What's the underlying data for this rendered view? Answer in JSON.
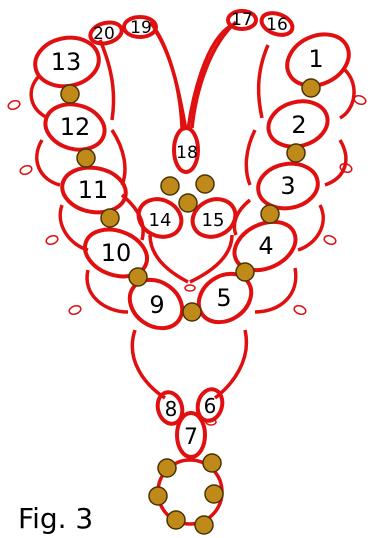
{
  "figure_caption": "Fig. 3",
  "colors": {
    "thread": "#e01010",
    "bead": "#c08a1a",
    "bead_outline": "#4a3300",
    "text": "#000000"
  },
  "ring_labels": {
    "r1": "1",
    "r2": "2",
    "r3": "3",
    "r4": "4",
    "r5": "5",
    "r6": "6",
    "r7": "7",
    "r8": "8",
    "r9": "9",
    "r10": "10",
    "r11": "11",
    "r12": "12",
    "r13": "13",
    "r14": "14",
    "r15": "15",
    "r16": "16",
    "r17": "17",
    "r18": "18",
    "r19": "19",
    "r20": "20"
  }
}
